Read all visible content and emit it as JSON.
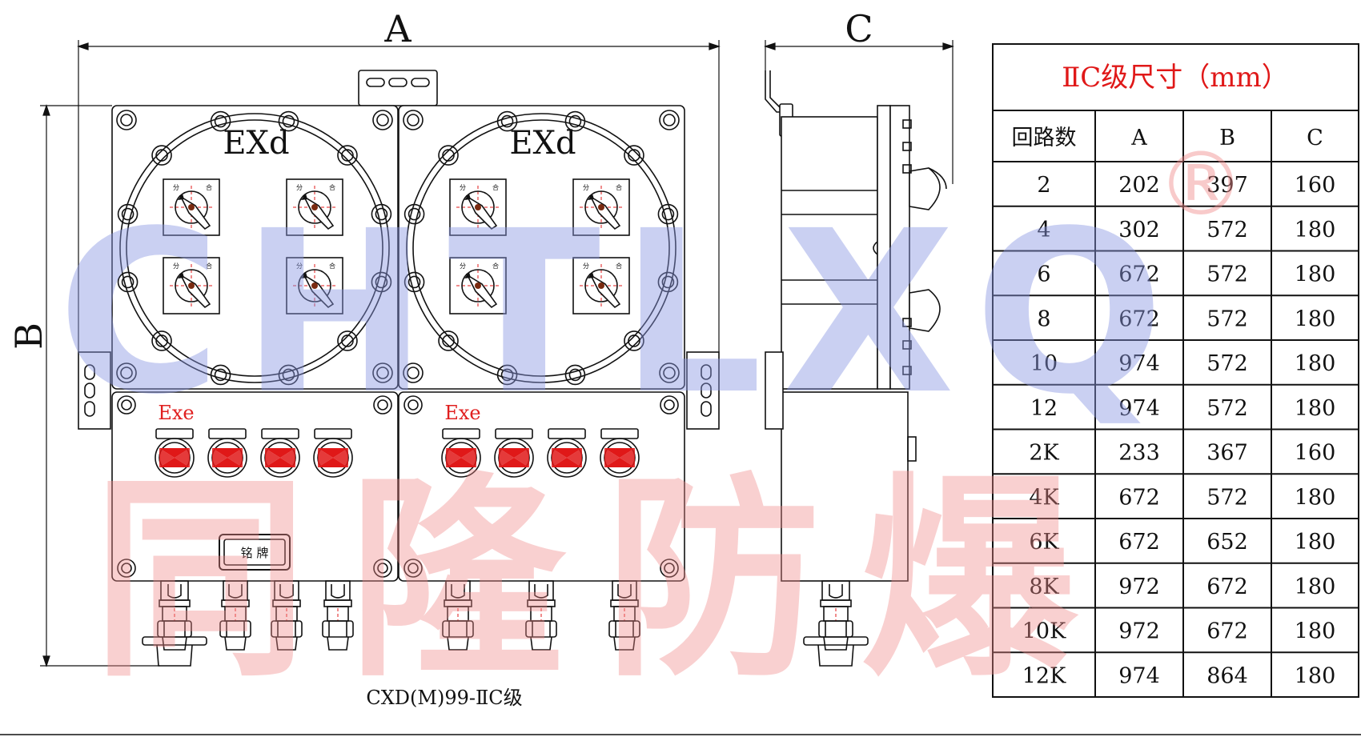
{
  "drawing": {
    "dimension_labels": {
      "width": "A",
      "height": "B",
      "depth": "C"
    },
    "box_labels": {
      "flameproof": "EXd",
      "increased_safety": "Exe"
    },
    "switch_marks": {
      "off": "分",
      "on": "合"
    },
    "nameplate": "铭 牌",
    "caption": "CXD(M)99-ⅡC级"
  },
  "watermark": {
    "brand_letters": "CHTLXQ",
    "brand_cn": "同隆防爆",
    "registered_mark": "®"
  },
  "dimension_table": {
    "title": "ⅡC级尺寸（mm）",
    "headers": [
      "回路数",
      "A",
      "B",
      "C"
    ],
    "rows": [
      [
        "2",
        "202",
        "397",
        "160"
      ],
      [
        "4",
        "302",
        "572",
        "180"
      ],
      [
        "6",
        "672",
        "572",
        "180"
      ],
      [
        "8",
        "672",
        "572",
        "180"
      ],
      [
        "10",
        "974",
        "572",
        "180"
      ],
      [
        "12",
        "974",
        "572",
        "180"
      ],
      [
        "2K",
        "233",
        "367",
        "160"
      ],
      [
        "4K",
        "672",
        "572",
        "180"
      ],
      [
        "6K",
        "672",
        "652",
        "180"
      ],
      [
        "8K",
        "972",
        "672",
        "180"
      ],
      [
        "10K",
        "972",
        "672",
        "180"
      ],
      [
        "12K",
        "974",
        "864",
        "180"
      ]
    ]
  },
  "colors": {
    "line": "#111111",
    "accent_red": "#e01818",
    "watermark_blue": "#9aa6e6",
    "watermark_red": "#f4a7a7"
  }
}
